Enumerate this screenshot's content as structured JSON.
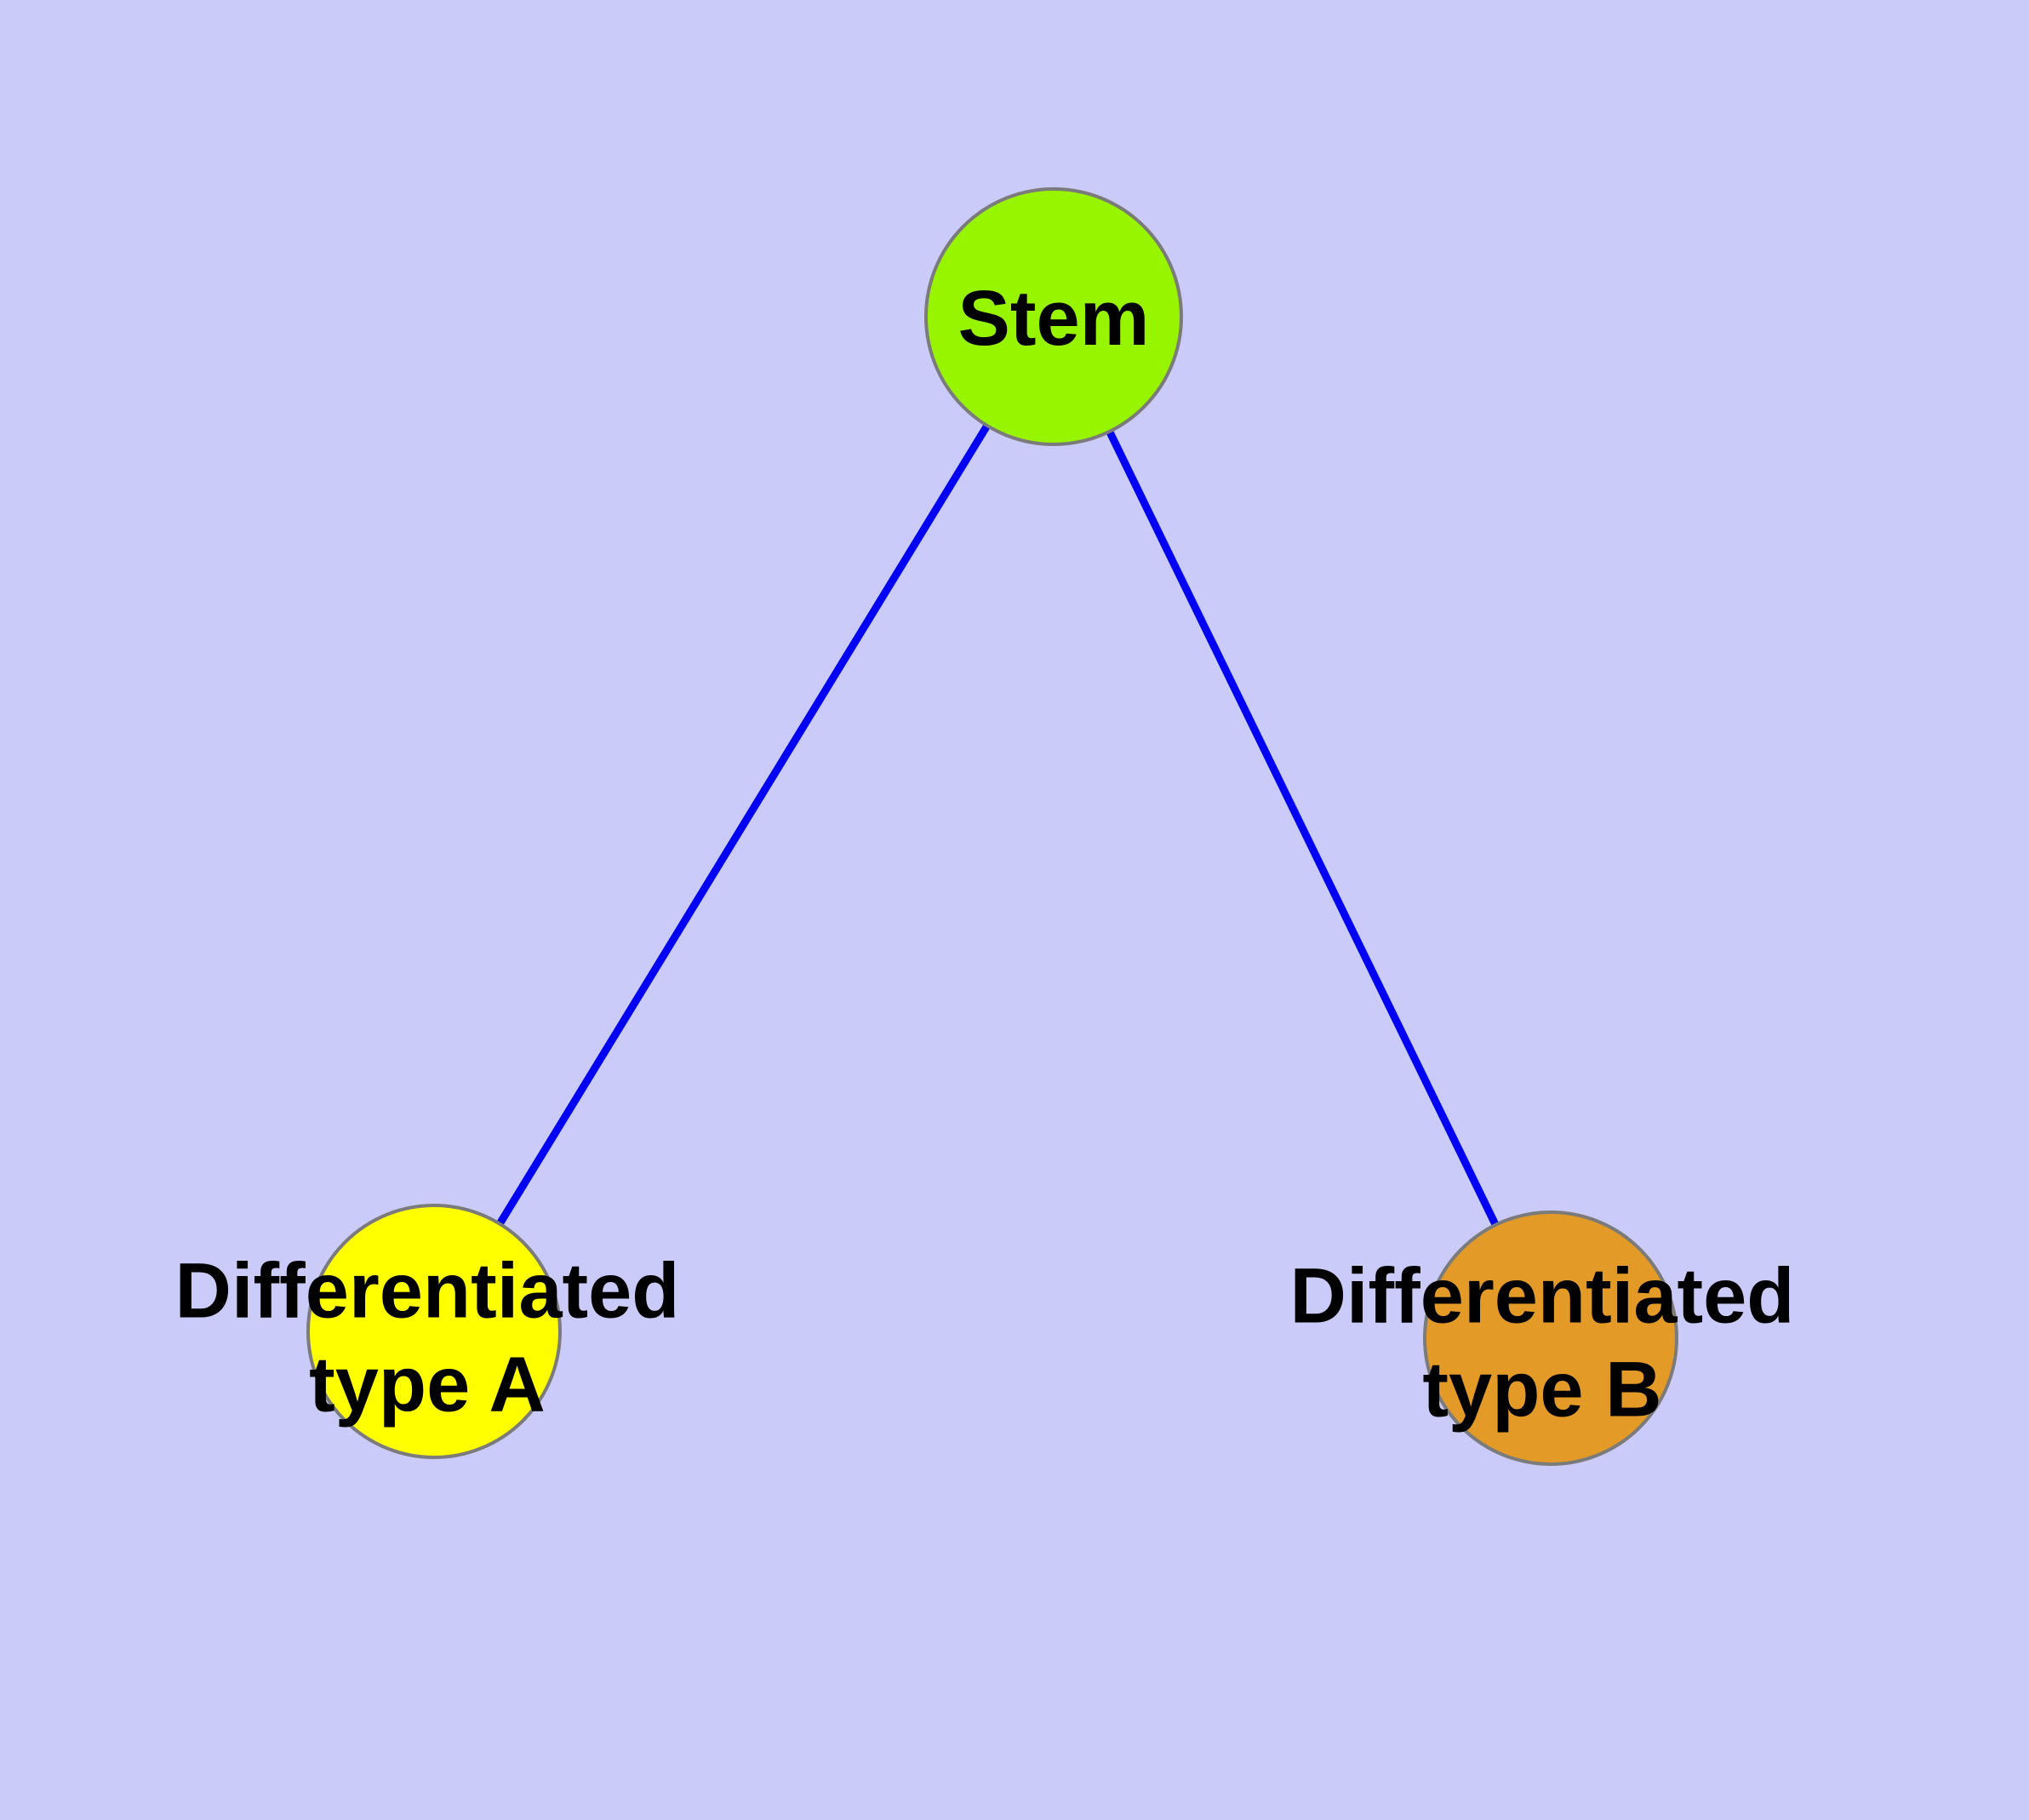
{
  "graph": {
    "background_color": "#CBCBF9",
    "edge_color": "#0000F5",
    "node_border_color": "#7B7B7B",
    "label_color": "#000000",
    "nodes": [
      {
        "id": "stem",
        "label": "Stem",
        "fill": "#97F500"
      },
      {
        "id": "differentiated-type-a",
        "label": "Differentiated\ntype A",
        "fill": "#FFFF00"
      },
      {
        "id": "differentiated-type-b",
        "label": "Differentiated\ntype B",
        "fill": "#E49A27"
      }
    ],
    "edges": [
      {
        "from": "stem",
        "to": "differentiated-type-a"
      },
      {
        "from": "stem",
        "to": "differentiated-type-b"
      }
    ]
  }
}
